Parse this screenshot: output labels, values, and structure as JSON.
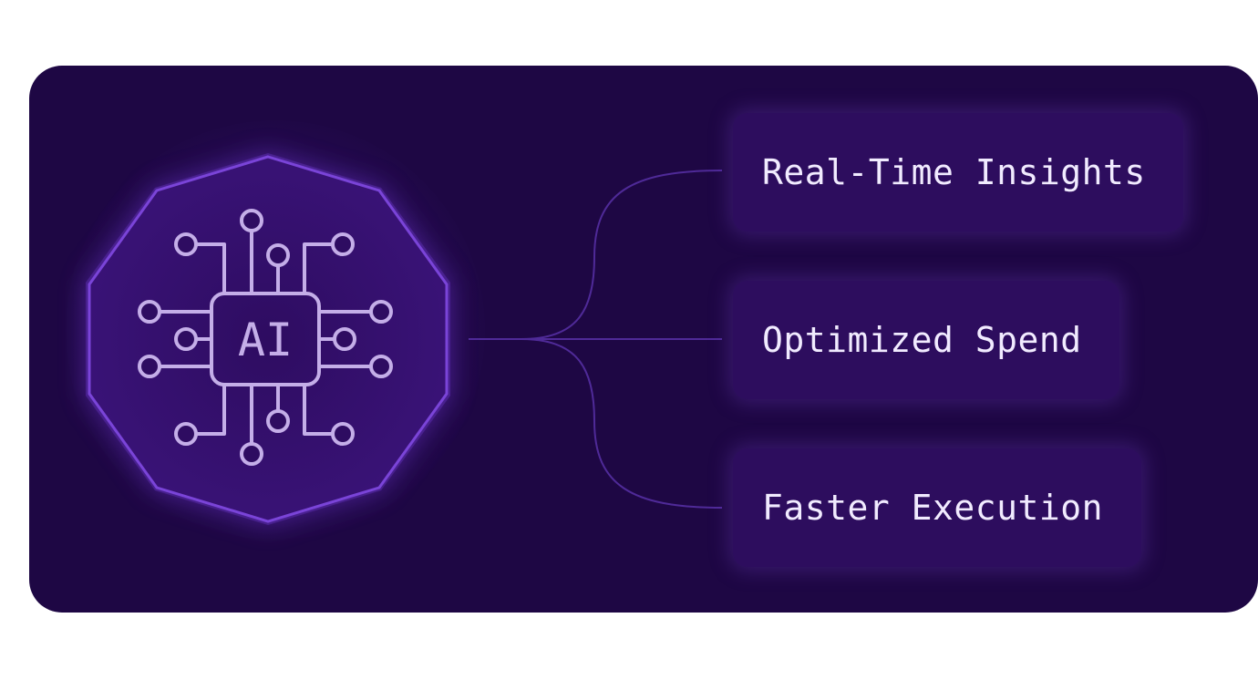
{
  "hub": {
    "label": "AI",
    "icon": "ai-chip-icon"
  },
  "features": [
    {
      "label": "Real-Time Insights"
    },
    {
      "label": "Optimized Spend"
    },
    {
      "label": "Faster Execution"
    }
  ],
  "colors": {
    "background": "#ffffff",
    "panel": "#1e0744",
    "pill": "#2d0d5e",
    "hub_fill": "#2a0b5a",
    "hub_glow": "#6a35c8",
    "icon_stroke": "#c4aee8",
    "connector": "#5a2fa8",
    "text": "#f1ebff"
  }
}
